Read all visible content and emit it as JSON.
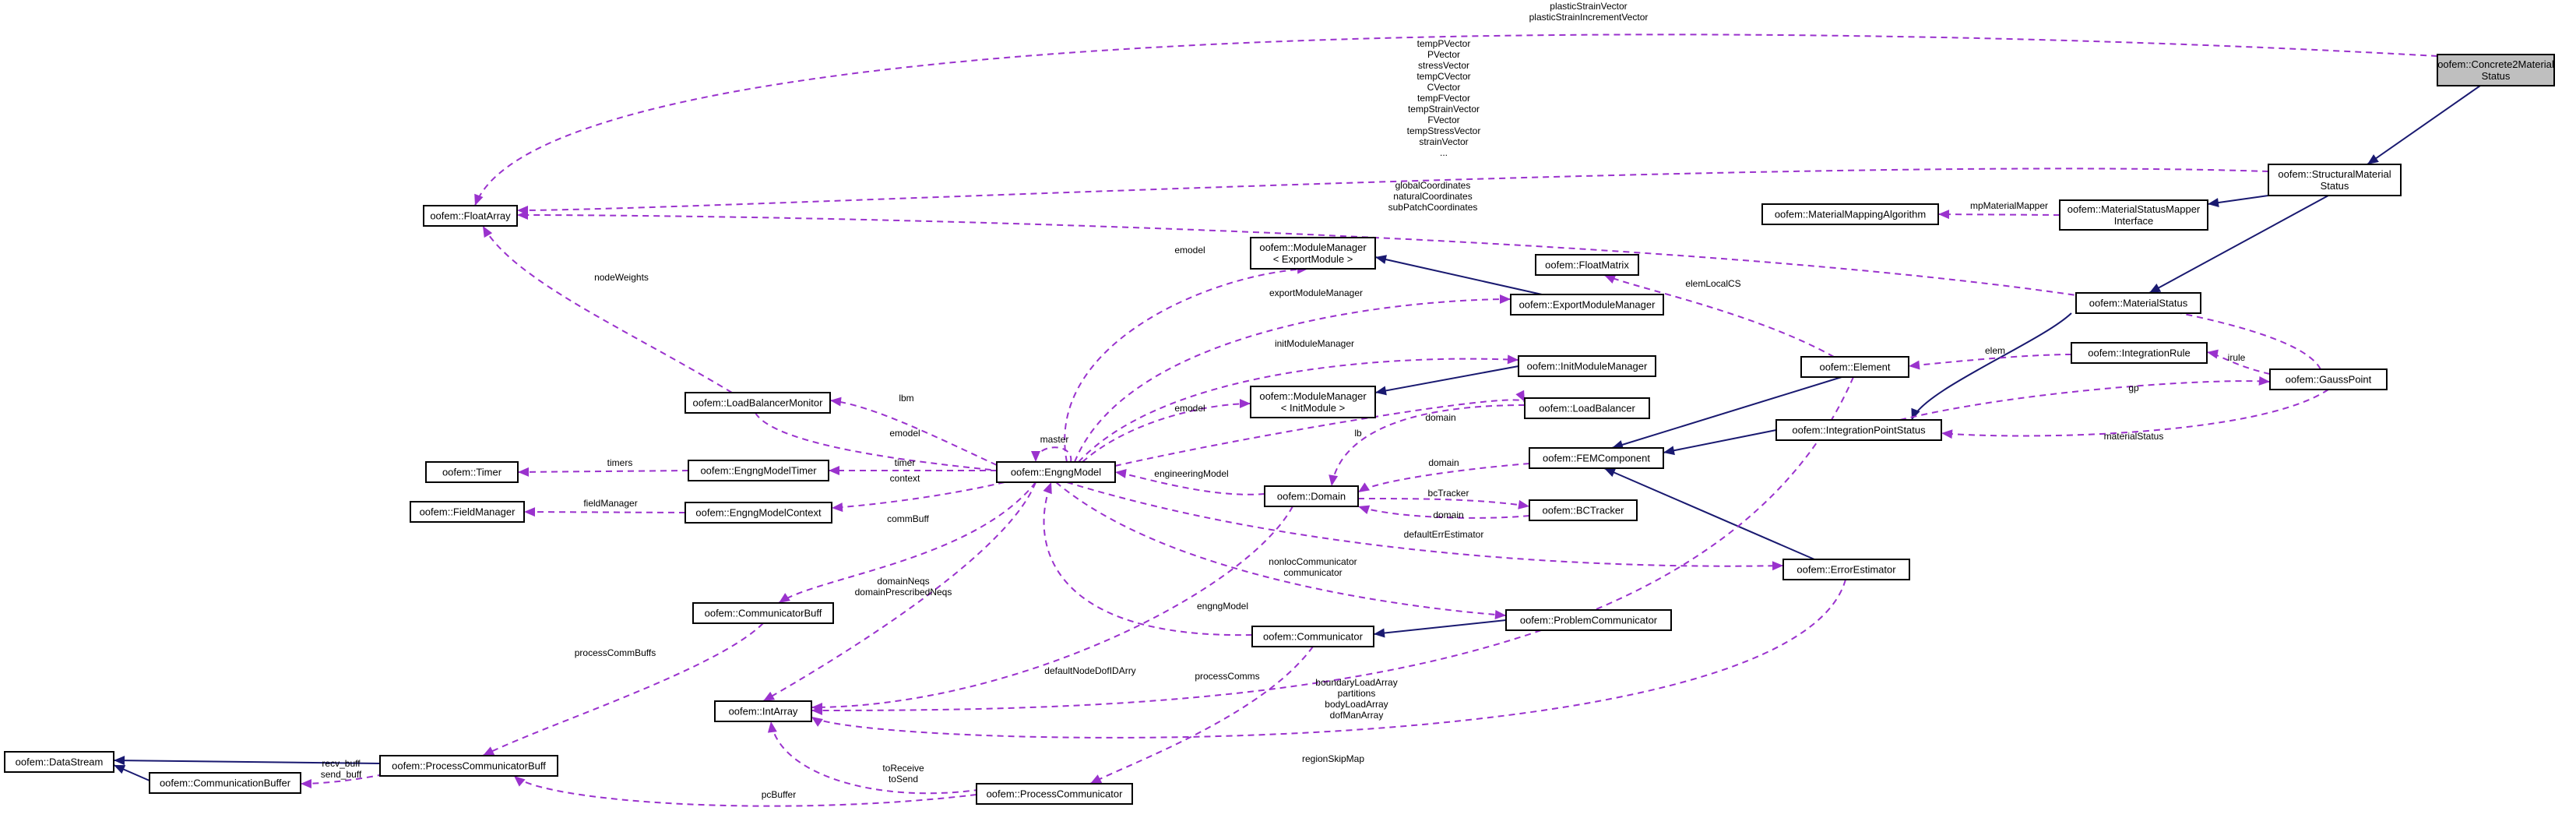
{
  "nodes": [
    {
      "id": "concrete2",
      "label": [
        "oofem::Concrete2Material",
        "Status"
      ],
      "root": true
    },
    {
      "id": "structMS",
      "label": [
        "oofem::StructuralMaterial",
        "Status"
      ]
    },
    {
      "id": "msMapperIface",
      "label": [
        "oofem::MaterialStatusMapper",
        "Interface"
      ]
    },
    {
      "id": "matMapAlg",
      "label": [
        "oofem::MaterialMappingAlgorithm"
      ]
    },
    {
      "id": "materialStatus",
      "label": [
        "oofem::MaterialStatus"
      ]
    },
    {
      "id": "floatArray",
      "label": [
        "oofem::FloatArray"
      ]
    },
    {
      "id": "floatMatrix",
      "label": [
        "oofem::FloatMatrix"
      ]
    },
    {
      "id": "modMgrExport",
      "label": [
        "oofem::ModuleManager",
        "< ExportModule >"
      ]
    },
    {
      "id": "exportModMgr",
      "label": [
        "oofem::ExportModuleManager"
      ]
    },
    {
      "id": "initModMgr",
      "label": [
        "oofem::InitModuleManager"
      ]
    },
    {
      "id": "modMgrInit",
      "label": [
        "oofem::ModuleManager",
        "< InitModule >"
      ]
    },
    {
      "id": "loadBalancer",
      "label": [
        "oofem::LoadBalancer"
      ]
    },
    {
      "id": "lbMonitor",
      "label": [
        "oofem::LoadBalancerMonitor"
      ]
    },
    {
      "id": "timer",
      "label": [
        "oofem::Timer"
      ]
    },
    {
      "id": "emTimer",
      "label": [
        "oofem::EngngModelTimer"
      ]
    },
    {
      "id": "engngModel",
      "label": [
        "oofem::EngngModel"
      ]
    },
    {
      "id": "fieldManager",
      "label": [
        "oofem::FieldManager"
      ]
    },
    {
      "id": "emContext",
      "label": [
        "oofem::EngngModelContext"
      ]
    },
    {
      "id": "domain",
      "label": [
        "oofem::Domain"
      ]
    },
    {
      "id": "bcTracker",
      "label": [
        "oofem::BCTracker"
      ]
    },
    {
      "id": "femComponent",
      "label": [
        "oofem::FEMComponent"
      ]
    },
    {
      "id": "element",
      "label": [
        "oofem::Element"
      ]
    },
    {
      "id": "integrationRule",
      "label": [
        "oofem::IntegrationRule"
      ]
    },
    {
      "id": "gaussPoint",
      "label": [
        "oofem::GaussPoint"
      ]
    },
    {
      "id": "ipStatus",
      "label": [
        "oofem::IntegrationPointStatus"
      ]
    },
    {
      "id": "errorEstimator",
      "label": [
        "oofem::ErrorEstimator"
      ]
    },
    {
      "id": "commBuff",
      "label": [
        "oofem::CommunicatorBuff"
      ]
    },
    {
      "id": "problemComm",
      "label": [
        "oofem::ProblemCommunicator"
      ]
    },
    {
      "id": "communicator",
      "label": [
        "oofem::Communicator"
      ]
    },
    {
      "id": "intArray",
      "label": [
        "oofem::IntArray"
      ]
    },
    {
      "id": "dataStream",
      "label": [
        "oofem::DataStream"
      ]
    },
    {
      "id": "procCommBuff",
      "label": [
        "oofem::ProcessCommunicatorBuff"
      ]
    },
    {
      "id": "commBuffer",
      "label": [
        "oofem::CommunicationBuffer"
      ]
    },
    {
      "id": "procComm",
      "label": [
        "oofem::ProcessCommunicator"
      ]
    }
  ],
  "edges": [
    {
      "id": "e1",
      "kind": "inherit",
      "from": "concrete2",
      "to": "structMS"
    },
    {
      "id": "e2",
      "kind": "inherit",
      "from": "structMS",
      "to": "msMapperIface"
    },
    {
      "id": "e3",
      "kind": "inherit",
      "from": "structMS",
      "to": "materialStatus"
    },
    {
      "id": "e4",
      "kind": "inherit",
      "from": "materialStatus",
      "to": "ipStatus"
    },
    {
      "id": "e5",
      "kind": "inherit",
      "from": "element",
      "to": "femComponent"
    },
    {
      "id": "e6",
      "kind": "inherit",
      "from": "ipStatus",
      "to": "femComponent"
    },
    {
      "id": "e7",
      "kind": "inherit",
      "from": "errorEstimator",
      "to": "femComponent"
    },
    {
      "id": "e8",
      "kind": "inherit",
      "from": "exportModMgr",
      "to": "modMgrExport"
    },
    {
      "id": "e9",
      "kind": "inherit",
      "from": "initModMgr",
      "to": "modMgrInit"
    },
    {
      "id": "e10",
      "kind": "inherit",
      "from": "problemComm",
      "to": "communicator"
    },
    {
      "id": "e11",
      "kind": "inherit",
      "from": "procCommBuff",
      "to": "dataStream"
    },
    {
      "id": "e12",
      "kind": "inherit",
      "from": "commBuffer",
      "to": "dataStream"
    },
    {
      "id": "u1",
      "kind": "use",
      "from": "concrete2",
      "to": "floatArray",
      "label": [
        "plasticStrainVector",
        "plasticStrainIncrementVector"
      ]
    },
    {
      "id": "u2",
      "kind": "use",
      "from": "structMS",
      "to": "floatArray",
      "label": [
        "tempPVector",
        "PVector",
        "stressVector",
        "tempCVector",
        "CVector",
        "tempFVector",
        "tempStrainVector",
        "FVector",
        "tempStressVector",
        "strainVector",
        "..."
      ]
    },
    {
      "id": "u3",
      "kind": "use",
      "from": "gaussPoint",
      "to": "floatArray",
      "label": [
        "globalCoordinates",
        "naturalCoordinates",
        "subPatchCoordinates"
      ]
    },
    {
      "id": "u4",
      "kind": "use",
      "from": "msMapperIface",
      "to": "matMapAlg",
      "label": [
        "mpMaterialMapper"
      ]
    },
    {
      "id": "u5",
      "kind": "use",
      "from": "lbMonitor",
      "to": "floatArray",
      "label": [
        "nodeWeights"
      ]
    },
    {
      "id": "u6",
      "kind": "use",
      "from": "element",
      "to": "floatMatrix",
      "label": [
        "elemLocalCS"
      ]
    },
    {
      "id": "u7",
      "kind": "use",
      "from": "engngModel",
      "to": "modMgrExport",
      "label": [
        "emodel"
      ]
    },
    {
      "id": "u8",
      "kind": "use",
      "from": "engngModel",
      "to": "exportModMgr",
      "label": [
        "exportModuleManager"
      ]
    },
    {
      "id": "u9",
      "kind": "use",
      "from": "engngModel",
      "to": "initModMgr",
      "label": [
        "initModuleManager"
      ]
    },
    {
      "id": "u10",
      "kind": "use",
      "from": "engngModel",
      "to": "modMgrInit",
      "label": [
        "emodel"
      ]
    },
    {
      "id": "u11",
      "kind": "use",
      "from": "engngModel",
      "to": "loadBalancer",
      "label": [
        "lb"
      ]
    },
    {
      "id": "u12",
      "kind": "use",
      "from": "engngModel",
      "to": "lbMonitor",
      "label": [
        "lbm"
      ]
    },
    {
      "id": "u13",
      "kind": "use",
      "from": "lbMonitor",
      "to": "engngModel",
      "label": [
        "emodel"
      ]
    },
    {
      "id": "u14",
      "kind": "use",
      "from": "engngModel",
      "to": "engngModel",
      "label": [
        "master"
      ]
    },
    {
      "id": "u15",
      "kind": "use",
      "from": "emTimer",
      "to": "timer",
      "label": [
        "timers"
      ]
    },
    {
      "id": "u16",
      "kind": "use",
      "from": "engngModel",
      "to": "emTimer",
      "label": [
        "timer"
      ]
    },
    {
      "id": "u17",
      "kind": "use",
      "from": "emContext",
      "to": "fieldManager",
      "label": [
        "fieldManager"
      ]
    },
    {
      "id": "u18",
      "kind": "use",
      "from": "engngModel",
      "to": "emContext",
      "label": [
        "context"
      ]
    },
    {
      "id": "u19",
      "kind": "use",
      "from": "domain",
      "to": "engngModel",
      "label": [
        "engineeringModel"
      ]
    },
    {
      "id": "u20",
      "kind": "use",
      "from": "loadBalancer",
      "to": "domain",
      "label": [
        "domain"
      ]
    },
    {
      "id": "u21",
      "kind": "use",
      "from": "femComponent",
      "to": "domain",
      "label": [
        "domain"
      ]
    },
    {
      "id": "u22",
      "kind": "use",
      "from": "domain",
      "to": "bcTracker",
      "label": [
        "bcTracker"
      ]
    },
    {
      "id": "u23",
      "kind": "use",
      "from": "bcTracker",
      "to": "domain",
      "label": [
        "domain"
      ]
    },
    {
      "id": "u24",
      "kind": "use",
      "from": "integrationRule",
      "to": "element",
      "label": [
        "elem"
      ]
    },
    {
      "id": "u25",
      "kind": "use",
      "from": "gaussPoint",
      "to": "integrationRule",
      "label": [
        "irule"
      ]
    },
    {
      "id": "u26",
      "kind": "use",
      "from": "ipStatus",
      "to": "gaussPoint",
      "label": [
        "gp"
      ]
    },
    {
      "id": "u27",
      "kind": "use",
      "from": "gaussPoint",
      "to": "ipStatus",
      "label": [
        "materialStatus"
      ]
    },
    {
      "id": "u28",
      "kind": "use",
      "from": "engngModel",
      "to": "errorEstimator",
      "label": [
        "defaultErrEstimator"
      ]
    },
    {
      "id": "u29",
      "kind": "use",
      "from": "engngModel",
      "to": "commBuff",
      "label": [
        "commBuff"
      ]
    },
    {
      "id": "u30",
      "kind": "use",
      "from": "engngModel",
      "to": "problemComm",
      "label": [
        "nonlocCommunicator",
        "communicator"
      ]
    },
    {
      "id": "u31",
      "kind": "use",
      "from": "communicator",
      "to": "engngModel",
      "label": [
        "engngModel"
      ]
    },
    {
      "id": "u32",
      "kind": "use",
      "from": "engngModel",
      "to": "intArray",
      "label": [
        "domainNeqs",
        "domainPrescribedNeqs"
      ]
    },
    {
      "id": "u33",
      "kind": "use",
      "from": "domain",
      "to": "intArray",
      "label": [
        "defaultNodeDofIDArry"
      ]
    },
    {
      "id": "u34",
      "kind": "use",
      "from": "element",
      "to": "intArray",
      "label": [
        "boundaryLoadArray",
        "partitions",
        "bodyLoadArray",
        "dofManArray"
      ]
    },
    {
      "id": "u35",
      "kind": "use",
      "from": "errorEstimator",
      "to": "intArray",
      "label": [
        "regionSkipMap"
      ]
    },
    {
      "id": "u36",
      "kind": "use",
      "from": "commBuff",
      "to": "procCommBuff",
      "label": [
        "processCommBuffs"
      ]
    },
    {
      "id": "u37",
      "kind": "use",
      "from": "procCommBuff",
      "to": "commBuffer",
      "label": [
        "recv_buff",
        "send_buff"
      ]
    },
    {
      "id": "u38",
      "kind": "use",
      "from": "communicator",
      "to": "procComm",
      "label": [
        "processComms"
      ]
    },
    {
      "id": "u39",
      "kind": "use",
      "from": "procComm",
      "to": "procCommBuff",
      "label": [
        "pcBuffer"
      ]
    },
    {
      "id": "u40",
      "kind": "use",
      "from": "procComm",
      "to": "intArray",
      "label": [
        "toReceive",
        "toSend"
      ]
    }
  ]
}
